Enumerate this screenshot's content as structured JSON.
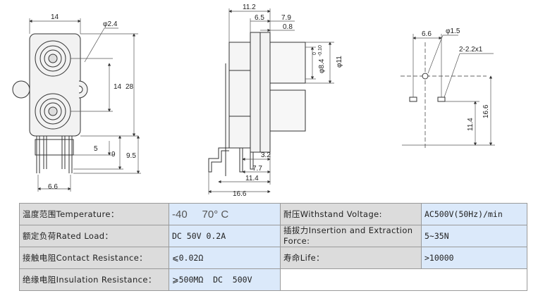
{
  "drawing": {
    "front": {
      "width_dim": "14",
      "hole_dim": "φ2.4",
      "pitch_dim": "14",
      "height_dim": "28",
      "pin_dim_a": "5",
      "pin_dim_b": "9",
      "pin_dim_c": "9.5",
      "pin_spacing_dim": "6.6"
    },
    "side": {
      "depth_dim": "11.2",
      "dim_65": "6.5",
      "dim_79": "7.9",
      "dim_08": "0.8",
      "pin_diam_dim": "φ8.4",
      "pin_tol_upper": "0",
      "pin_tol_lower": "-0.10",
      "outer_diam_dim": "φ11",
      "dim_32": "3.2",
      "dim_77": "7.7",
      "dim_114": "11.4",
      "dim_166": "16.6"
    },
    "pcb": {
      "spacing_dim": "6.6",
      "hole_dim": "φ1.5",
      "slot_dim": "2-2.2x1",
      "dim_114": "11.4",
      "dim_166": "16.6"
    }
  },
  "specs": {
    "temperature": {
      "label": "温度范围Temperature：",
      "value": "-40     70° C"
    },
    "withstand": {
      "label": "耐压Withstand Voltage:",
      "value": "AC500V(50Hz)/min"
    },
    "rated_load": {
      "label": "额定负荷Rated Load：",
      "value": "DC 50V 0.2A"
    },
    "insertion_line1": "插拔力Insertion and Extraction",
    "insertion_line2": "Force:",
    "insertion_value": "5∼35N",
    "contact": {
      "label": "接触电阻Contact Resistance：",
      "value": "⩽0.02Ω"
    },
    "life": {
      "label": "寿命Life：",
      "value": ">10000"
    },
    "insulation": {
      "label": "绝缘电阻Insulation Resistance：",
      "value": "⩾500MΩ  DC  500V"
    }
  }
}
